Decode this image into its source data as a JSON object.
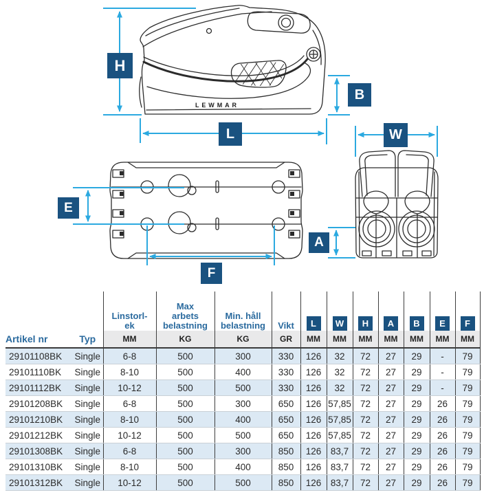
{
  "colors": {
    "label_box": "#1A5280",
    "arrow": "#2BA9E0",
    "line": "#2B2B2B",
    "header_text": "#2A6A9E",
    "stripe": "#DCE9F4",
    "unit_band": "#E9E9EA"
  },
  "diagram": {
    "brand_label": "LEWMAR",
    "dim_labels": {
      "H": "H",
      "B": "B",
      "L": "L",
      "W": "W",
      "E": "E",
      "A": "A",
      "F": "F"
    }
  },
  "table": {
    "artikel_header": "Artikel nr",
    "typ_header": "Typ",
    "columns": [
      {
        "title_lines": [
          "Linstorl-",
          "ek"
        ],
        "unit": "MM",
        "boxed": false
      },
      {
        "title_lines": [
          "Max",
          "arbets",
          "belastning"
        ],
        "unit": "KG",
        "boxed": false
      },
      {
        "title_lines": [
          "Min. håll",
          "belastning"
        ],
        "unit": "KG",
        "boxed": false
      },
      {
        "title_lines": [
          "Vikt"
        ],
        "unit": "GR",
        "boxed": false
      },
      {
        "title_lines": [
          "L"
        ],
        "unit": "MM",
        "boxed": true
      },
      {
        "title_lines": [
          "W"
        ],
        "unit": "MM",
        "boxed": true
      },
      {
        "title_lines": [
          "H"
        ],
        "unit": "MM",
        "boxed": true
      },
      {
        "title_lines": [
          "A"
        ],
        "unit": "MM",
        "boxed": true
      },
      {
        "title_lines": [
          "B"
        ],
        "unit": "MM",
        "boxed": true
      },
      {
        "title_lines": [
          "E"
        ],
        "unit": "MM",
        "boxed": true
      },
      {
        "title_lines": [
          "F"
        ],
        "unit": "MM",
        "boxed": true
      }
    ],
    "rows": [
      {
        "artikel": "29101108BK",
        "typ": "Single",
        "values": [
          "6-8",
          "500",
          "300",
          "330",
          "126",
          "32",
          "72",
          "27",
          "29",
          "-",
          "79"
        ]
      },
      {
        "artikel": "29101110BK",
        "typ": "Single",
        "values": [
          "8-10",
          "500",
          "400",
          "330",
          "126",
          "32",
          "72",
          "27",
          "29",
          "-",
          "79"
        ]
      },
      {
        "artikel": "29101112BK",
        "typ": "Single",
        "values": [
          "10-12",
          "500",
          "500",
          "330",
          "126",
          "32",
          "72",
          "27",
          "29",
          "-",
          "79"
        ]
      },
      {
        "artikel": "29101208BK",
        "typ": "Single",
        "values": [
          "6-8",
          "500",
          "300",
          "650",
          "126",
          "57,85",
          "72",
          "27",
          "29",
          "26",
          "79"
        ]
      },
      {
        "artikel": "29101210BK",
        "typ": "Single",
        "values": [
          "8-10",
          "500",
          "400",
          "650",
          "126",
          "57,85",
          "72",
          "27",
          "29",
          "26",
          "79"
        ]
      },
      {
        "artikel": "29101212BK",
        "typ": "Single",
        "values": [
          "10-12",
          "500",
          "500",
          "650",
          "126",
          "57,85",
          "72",
          "27",
          "29",
          "26",
          "79"
        ]
      },
      {
        "artikel": "29101308BK",
        "typ": "Single",
        "values": [
          "6-8",
          "500",
          "300",
          "850",
          "126",
          "83,7",
          "72",
          "27",
          "29",
          "26",
          "79"
        ]
      },
      {
        "artikel": "29101310BK",
        "typ": "Single",
        "values": [
          "8-10",
          "500",
          "400",
          "850",
          "126",
          "83,7",
          "72",
          "27",
          "29",
          "26",
          "79"
        ]
      },
      {
        "artikel": "29101312BK",
        "typ": "Single",
        "values": [
          "10-12",
          "500",
          "500",
          "850",
          "126",
          "83,7",
          "72",
          "27",
          "29",
          "26",
          "79"
        ]
      }
    ]
  }
}
